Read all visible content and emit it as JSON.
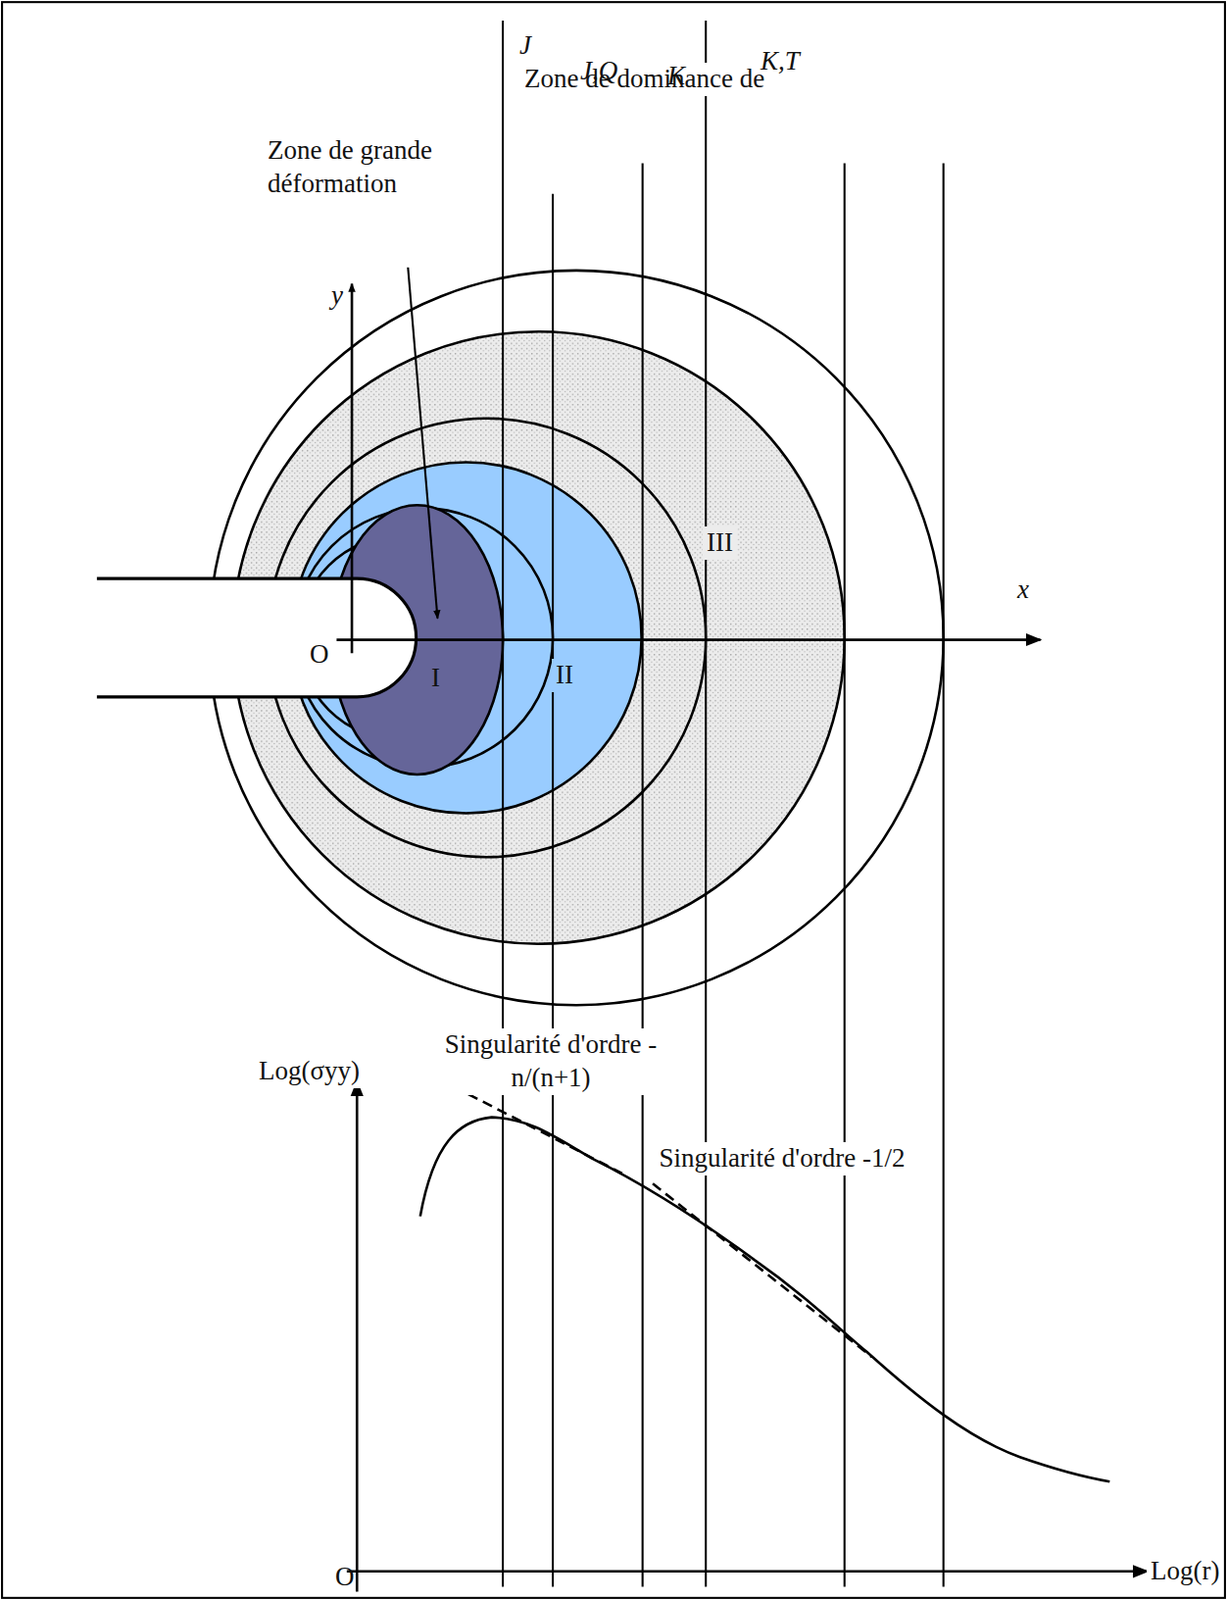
{
  "diagram": {
    "labels": [
      "Zone de dominance de",
      "J",
      "J,Q",
      "K",
      "K,T",
      "Zone de grande déformation",
      "y",
      "x",
      "O",
      "I",
      "II",
      "III",
      "Log(σyy)",
      "Singularité d'ordre -n/(n+1)",
      "Singularité d'ordre -1/2",
      "Log(r)",
      "O"
    ]
  }
}
